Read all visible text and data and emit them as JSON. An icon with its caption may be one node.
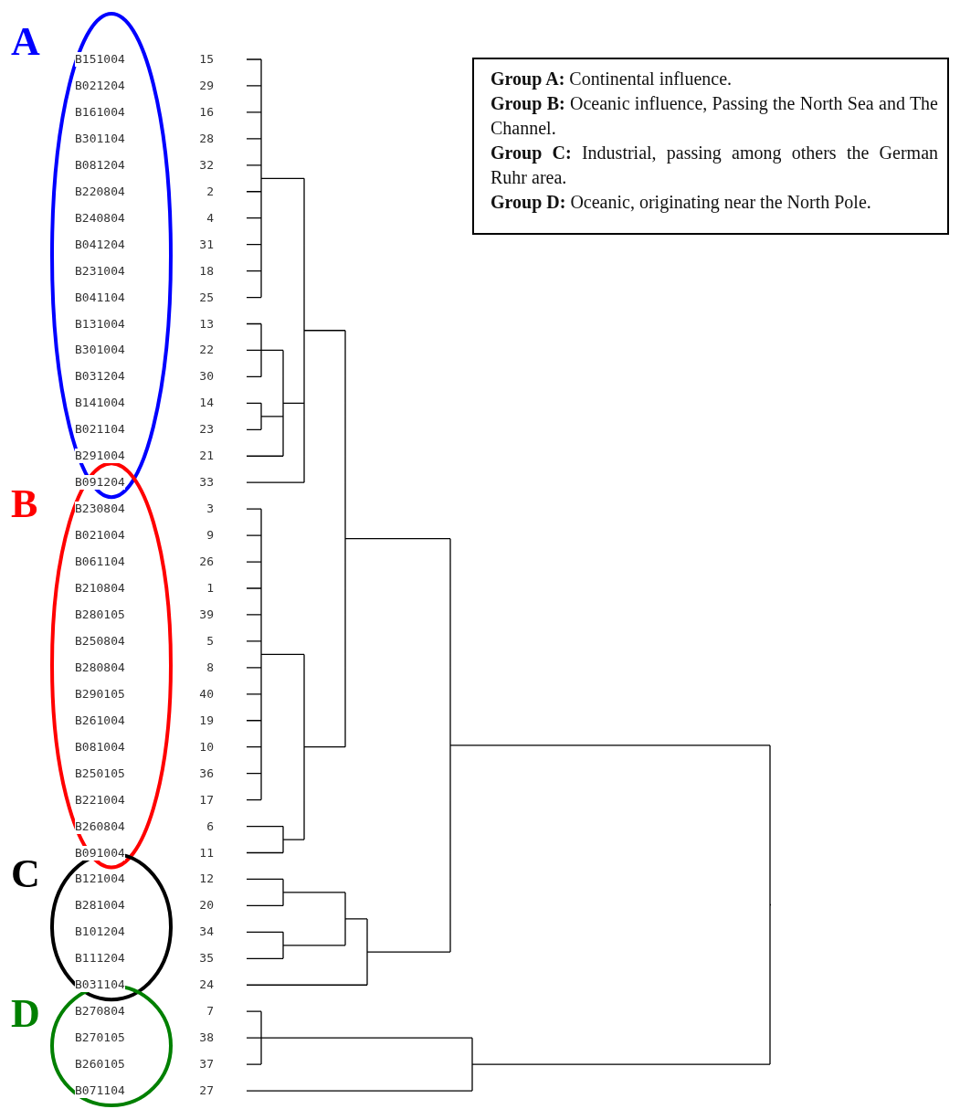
{
  "diagram": {
    "nodes": [
      {
        "text": [
          "**Group A:** Continental influence.",
          "**Group B:** Oceanic influence, Passing the North Sea and The Channel.",
          "**Group C:** Industrial, passing among others the German Ruhr area.",
          "**Group D:** Oceanic, originating near the North Pole."
        ]
      }
    ],
    "labels": [
      "A",
      "B",
      "C",
      "D",
      "B151004",
      "15",
      "B021204",
      "29",
      "B161004",
      "16",
      "B301104",
      "28",
      "B081204",
      "32",
      "B220804",
      "2",
      "B240804",
      "4",
      "B041204",
      "31",
      "B231004",
      "18",
      "B041104",
      "25",
      "B131004",
      "13",
      "B301004",
      "22",
      "B031204",
      "30",
      "B141004",
      "14",
      "B021104",
      "23",
      "B291004",
      "21",
      "B091204",
      "33",
      "B230804",
      "3",
      "B021004",
      "9",
      "B061104",
      "26",
      "B210804",
      "1",
      "B280105",
      "39",
      "B250804",
      "5",
      "B280804",
      "8",
      "B290105",
      "40",
      "B261004",
      "19",
      "B081004",
      "10",
      "B250105",
      "36",
      "B221004",
      "17",
      "B260804",
      "6",
      "B091004",
      "11",
      "B121004",
      "12",
      "B281004",
      "20",
      "B101204",
      "34",
      "B111204",
      "35",
      "B031104",
      "24",
      "B270804",
      "7",
      "B270105",
      "38",
      "B260105",
      "37",
      "B071104",
      "27"
    ]
  }
}
